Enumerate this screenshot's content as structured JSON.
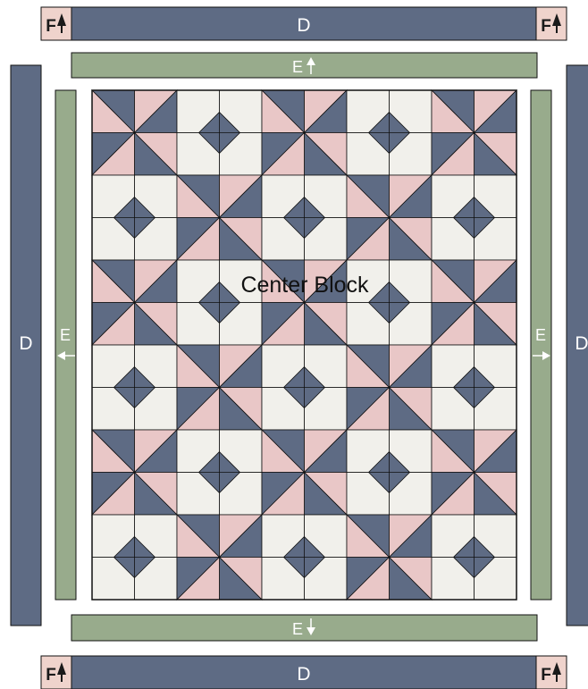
{
  "diagram": {
    "center_label": "Center Block",
    "border_d_label": "D",
    "border_e_label": "E",
    "corner_f_label": "F"
  },
  "colors": {
    "navy": "#5e6b84",
    "pink": "#e9c7c7",
    "cream": "#f1f0eb",
    "sage": "#98ab8c",
    "corner": "#efd3cc",
    "outline": "#111111"
  },
  "blocks": {
    "grid_rows": 6,
    "grid_cols": 5,
    "pattern": [
      [
        "pinwheel",
        "diamond",
        "pinwheel",
        "diamond",
        "pinwheel"
      ],
      [
        "diamond",
        "pinwheel",
        "diamond",
        "pinwheel",
        "diamond"
      ],
      [
        "pinwheel",
        "diamond",
        "pinwheel",
        "diamond",
        "pinwheel"
      ],
      [
        "diamond",
        "pinwheel",
        "diamond",
        "pinwheel",
        "diamond"
      ],
      [
        "pinwheel",
        "diamond",
        "pinwheel",
        "diamond",
        "pinwheel"
      ],
      [
        "diamond",
        "pinwheel",
        "diamond",
        "pinwheel",
        "diamond"
      ]
    ]
  }
}
